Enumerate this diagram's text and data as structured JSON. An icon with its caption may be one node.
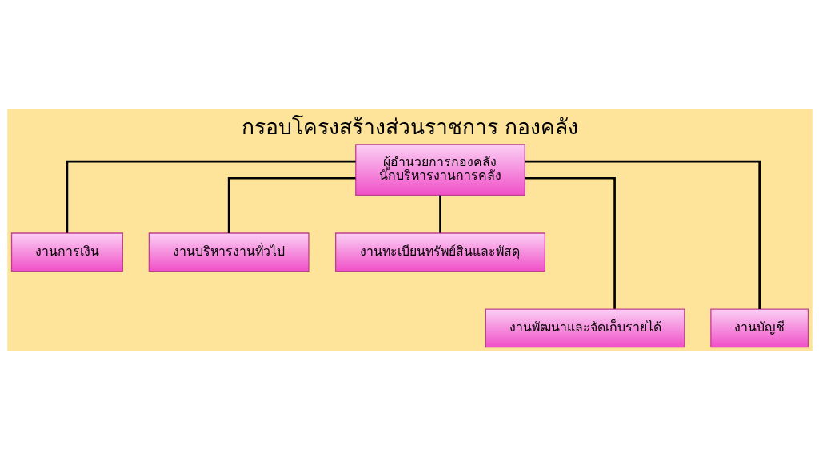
{
  "diagram": {
    "title": "กรอบโครงสร้างส่วนราชการ กองคลัง",
    "nodes": [
      {
        "text": [
          "ผู้อำนวยการกองคลัง",
          "นักบริหารงานการคลัง"
        ]
      },
      {
        "text": [
          "งานการเงิน"
        ]
      },
      {
        "text": [
          "งานบริหารงานทั่วไป"
        ]
      },
      {
        "text": [
          "งานทะเบียนทรัพย์สินและพัสดุ"
        ]
      },
      {
        "text": [
          "งานพัฒนาและจัดเก็บรายได้"
        ]
      },
      {
        "text": [
          "งานบัญชี"
        ]
      }
    ],
    "edges": [
      {
        "from": 0,
        "to": 1,
        "arrow": "none"
      },
      {
        "from": 0,
        "to": 4,
        "arrow": "none"
      },
      {
        "from": 0,
        "to": 2,
        "arrow": "none"
      },
      {
        "from": 0,
        "to": 5,
        "arrow": "none"
      },
      {
        "from": 0,
        "to": 3,
        "arrow": "none"
      }
    ]
  }
}
